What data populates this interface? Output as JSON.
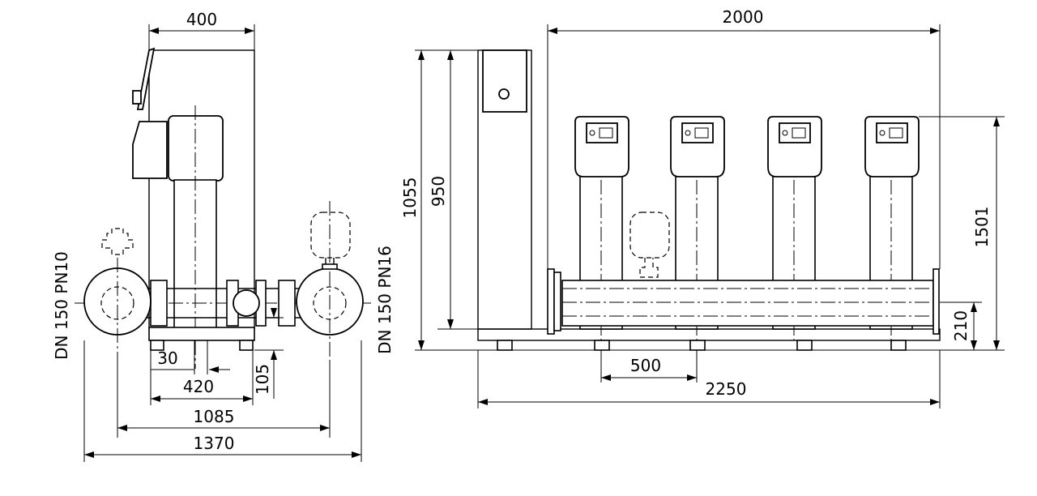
{
  "side_view": {
    "width_top": "400",
    "foot_offset": "30",
    "foot_span": "420",
    "height_offset": "105",
    "inlet_outlet_span": "1085",
    "overall_width": "1370",
    "inlet_label": "DN 150 PN10",
    "outlet_label": "DN 150 PN16"
  },
  "front_view": {
    "manifold_length": "2000",
    "overall_height": "1055",
    "cabinet_height": "950",
    "pump_height": "1501",
    "pipe_height": "210",
    "foot_pitch": "500",
    "base_length": "2250"
  }
}
